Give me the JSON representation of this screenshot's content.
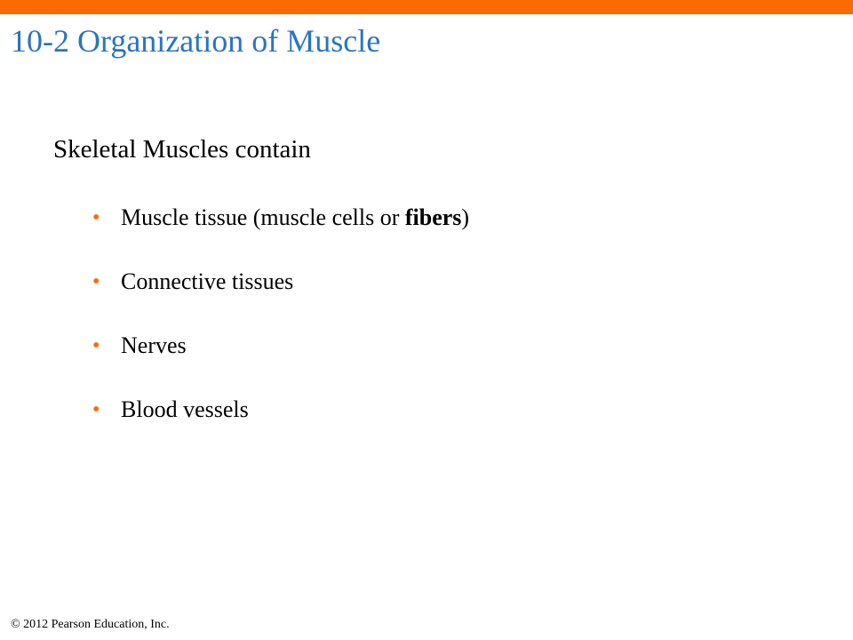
{
  "slide": {
    "title": "10-2 Organization of Muscle",
    "lead": "Skeletal Muscles contain",
    "bullet_marker": "•",
    "bullets": [
      {
        "pre": "Muscle tissue (muscle cells or ",
        "bold": "fibers",
        "post": ")"
      },
      {
        "text": "Connective tissues"
      },
      {
        "text": "Nerves"
      },
      {
        "text": "Blood vessels"
      }
    ],
    "footer": "© 2012 Pearson Education, Inc."
  },
  "colors": {
    "accent_bar": "#ff6a00",
    "title": "#2a74c0",
    "bullet": "#ff6a00"
  }
}
